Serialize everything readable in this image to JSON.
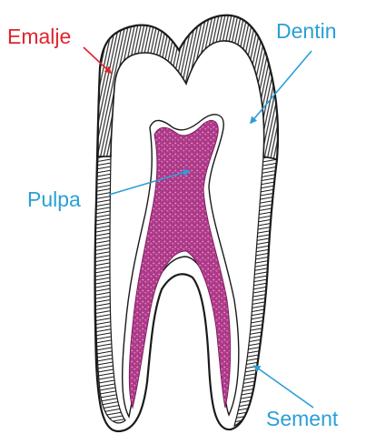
{
  "labels": {
    "emalje": "Emalje",
    "dentin": "Dentin",
    "pulpa": "Pulpa",
    "sement": "Sement"
  },
  "colors": {
    "emalje": "#e0242b",
    "dentin": "#2a9fd6",
    "pulpa": "#2a9fd6",
    "sement": "#2a9fd6",
    "pulp_fill": "#b13c8c",
    "pulp_speckle": "#e6a6d2",
    "outline": "#1a1a1a"
  }
}
